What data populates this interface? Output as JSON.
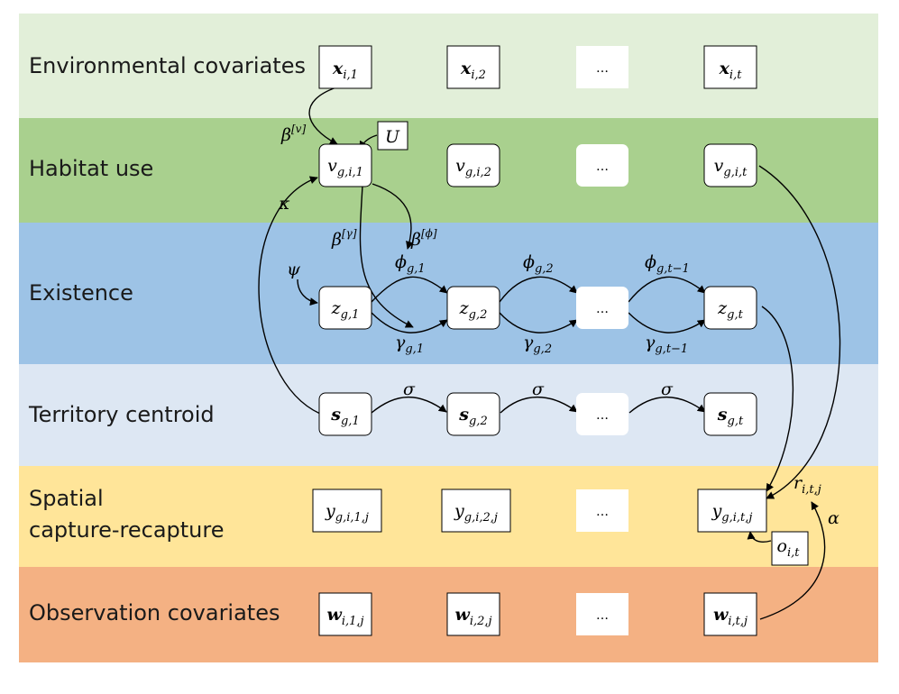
{
  "bands": [
    {
      "id": "env",
      "label_lines": [
        "Environmental covariates"
      ],
      "color": "#e2efd9"
    },
    {
      "id": "habitat",
      "label_lines": [
        "Habitat use"
      ],
      "color": "#a9d08e"
    },
    {
      "id": "existence",
      "label_lines": [
        "Existence"
      ],
      "color": "#9dc3e6"
    },
    {
      "id": "territory",
      "label_lines": [
        "Territory centroid"
      ],
      "color": "#dde7f3"
    },
    {
      "id": "scr",
      "label_lines": [
        "Spatial",
        "capture-recapture"
      ],
      "color": "#ffe599"
    },
    {
      "id": "obs",
      "label_lines": [
        "Observation covariates"
      ],
      "color": "#f4b183"
    }
  ],
  "nodes": {
    "x1": {
      "base": "x",
      "bold": true,
      "sub": "i,1"
    },
    "x2": {
      "base": "x",
      "bold": true,
      "sub": "i,2"
    },
    "x3": {
      "base": "…",
      "bold": false,
      "sub": ""
    },
    "x4": {
      "base": "x",
      "bold": true,
      "sub": "i,t"
    },
    "U": {
      "base": "U",
      "bold": false,
      "sub": ""
    },
    "v1": {
      "base": "v",
      "bold": false,
      "sub": "g,i,1"
    },
    "v2": {
      "base": "v",
      "bold": false,
      "sub": "g,i,2"
    },
    "v3": {
      "base": "…",
      "bold": false,
      "sub": ""
    },
    "v4": {
      "base": "v",
      "bold": false,
      "sub": "g,i,t"
    },
    "z1": {
      "base": "z",
      "bold": false,
      "sub": "g,1"
    },
    "z2": {
      "base": "z",
      "bold": false,
      "sub": "g,2"
    },
    "z3": {
      "base": "…",
      "bold": false,
      "sub": ""
    },
    "z4": {
      "base": "z",
      "bold": false,
      "sub": "g,t"
    },
    "s1": {
      "base": "s",
      "bold": true,
      "sub": "g,1"
    },
    "s2": {
      "base": "s",
      "bold": true,
      "sub": "g,2"
    },
    "s3": {
      "base": "…",
      "bold": false,
      "sub": ""
    },
    "s4": {
      "base": "s",
      "bold": true,
      "sub": "g,t"
    },
    "y1": {
      "base": "y",
      "bold": false,
      "sub": "g,i,1,j"
    },
    "y2": {
      "base": "y",
      "bold": false,
      "sub": "g,i,2,j"
    },
    "y3": {
      "base": "…",
      "bold": false,
      "sub": ""
    },
    "y4": {
      "base": "y",
      "bold": false,
      "sub": "g,i,t,j"
    },
    "o": {
      "base": "o",
      "bold": false,
      "sub": "i,t"
    },
    "w1": {
      "base": "w",
      "bold": true,
      "sub": "i,1,j"
    },
    "w2": {
      "base": "w",
      "bold": true,
      "sub": "i,2,j"
    },
    "w3": {
      "base": "…",
      "bold": false,
      "sub": ""
    },
    "w4": {
      "base": "w",
      "bold": true,
      "sub": "i,t,j"
    }
  },
  "edge_labels": {
    "beta_v": {
      "base": "β",
      "sup": "[v]",
      "sub": ""
    },
    "kappa": {
      "base": "κ",
      "sup": "",
      "sub": ""
    },
    "beta_gamma": {
      "base": "β",
      "sup": "[γ]",
      "sub": ""
    },
    "beta_phi": {
      "base": "β",
      "sup": "[ϕ]",
      "sub": ""
    },
    "psi": {
      "base": "ψ",
      "sup": "",
      "sub": ""
    },
    "phi1": {
      "base": "ϕ",
      "sup": "",
      "sub": "g,1"
    },
    "phi2": {
      "base": "ϕ",
      "sup": "",
      "sub": "g,2"
    },
    "phi3": {
      "base": "ϕ",
      "sup": "",
      "sub": "g,t−1"
    },
    "gamma1": {
      "base": "γ",
      "sup": "",
      "sub": "g,1"
    },
    "gamma2": {
      "base": "γ",
      "sup": "",
      "sub": "g,2"
    },
    "gamma3": {
      "base": "γ",
      "sup": "",
      "sub": "g,t−1"
    },
    "sigma1": {
      "base": "σ",
      "sup": "",
      "sub": ""
    },
    "sigma2": {
      "base": "σ",
      "sup": "",
      "sub": ""
    },
    "sigma3": {
      "base": "σ",
      "sup": "",
      "sub": ""
    },
    "r": {
      "base": "r",
      "sup": "",
      "sub": "i,t,j"
    },
    "alpha": {
      "base": "α",
      "sup": "",
      "sub": ""
    }
  }
}
